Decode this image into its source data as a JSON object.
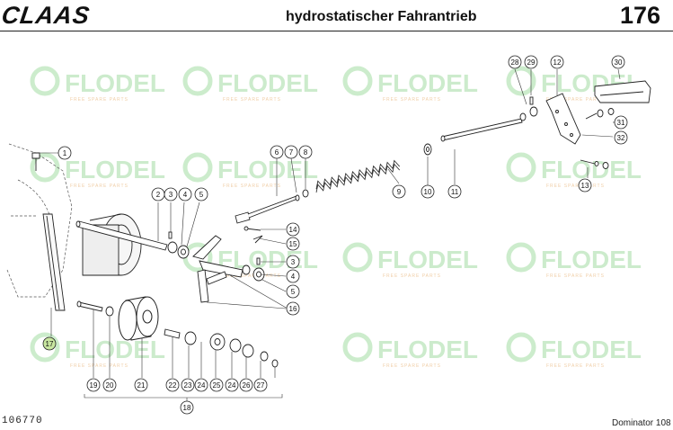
{
  "header": {
    "brand": "CLAAS",
    "title": "hydrostatischer Fahrantrieb",
    "page_number": "176"
  },
  "footer": {
    "doc_number": "106770",
    "model": "Dominator 108"
  },
  "watermark": {
    "text": "FLODEL",
    "subtext": "FREE SPARE PARTS",
    "color": "#8fd58f",
    "accent": "#e4a760"
  },
  "callouts": [
    {
      "id": "c1",
      "label": "1"
    },
    {
      "id": "c2",
      "label": "2"
    },
    {
      "id": "c3a",
      "label": "3"
    },
    {
      "id": "c4a",
      "label": "4"
    },
    {
      "id": "c5a",
      "label": "5"
    },
    {
      "id": "c6",
      "label": "6"
    },
    {
      "id": "c7",
      "label": "7"
    },
    {
      "id": "c8",
      "label": "8"
    },
    {
      "id": "c9",
      "label": "9"
    },
    {
      "id": "c10",
      "label": "10"
    },
    {
      "id": "c11",
      "label": "11"
    },
    {
      "id": "c12",
      "label": "12"
    },
    {
      "id": "c13",
      "label": "13"
    },
    {
      "id": "c14",
      "label": "14"
    },
    {
      "id": "c15",
      "label": "15"
    },
    {
      "id": "c3b",
      "label": "3"
    },
    {
      "id": "c4b",
      "label": "4"
    },
    {
      "id": "c5b",
      "label": "5"
    },
    {
      "id": "c16",
      "label": "16"
    },
    {
      "id": "c17",
      "label": "17"
    },
    {
      "id": "c18",
      "label": "18"
    },
    {
      "id": "c19",
      "label": "19"
    },
    {
      "id": "c20",
      "label": "20"
    },
    {
      "id": "c21",
      "label": "21"
    },
    {
      "id": "c22",
      "label": "22"
    },
    {
      "id": "c23",
      "label": "23"
    },
    {
      "id": "c24a",
      "label": "24"
    },
    {
      "id": "c25",
      "label": "25"
    },
    {
      "id": "c24b",
      "label": "24"
    },
    {
      "id": "c26",
      "label": "26"
    },
    {
      "id": "c27",
      "label": "27"
    },
    {
      "id": "c28",
      "label": "28"
    },
    {
      "id": "c29",
      "label": "29"
    },
    {
      "id": "c30",
      "label": "30"
    },
    {
      "id": "c31",
      "label": "31"
    },
    {
      "id": "c32",
      "label": "32"
    }
  ]
}
